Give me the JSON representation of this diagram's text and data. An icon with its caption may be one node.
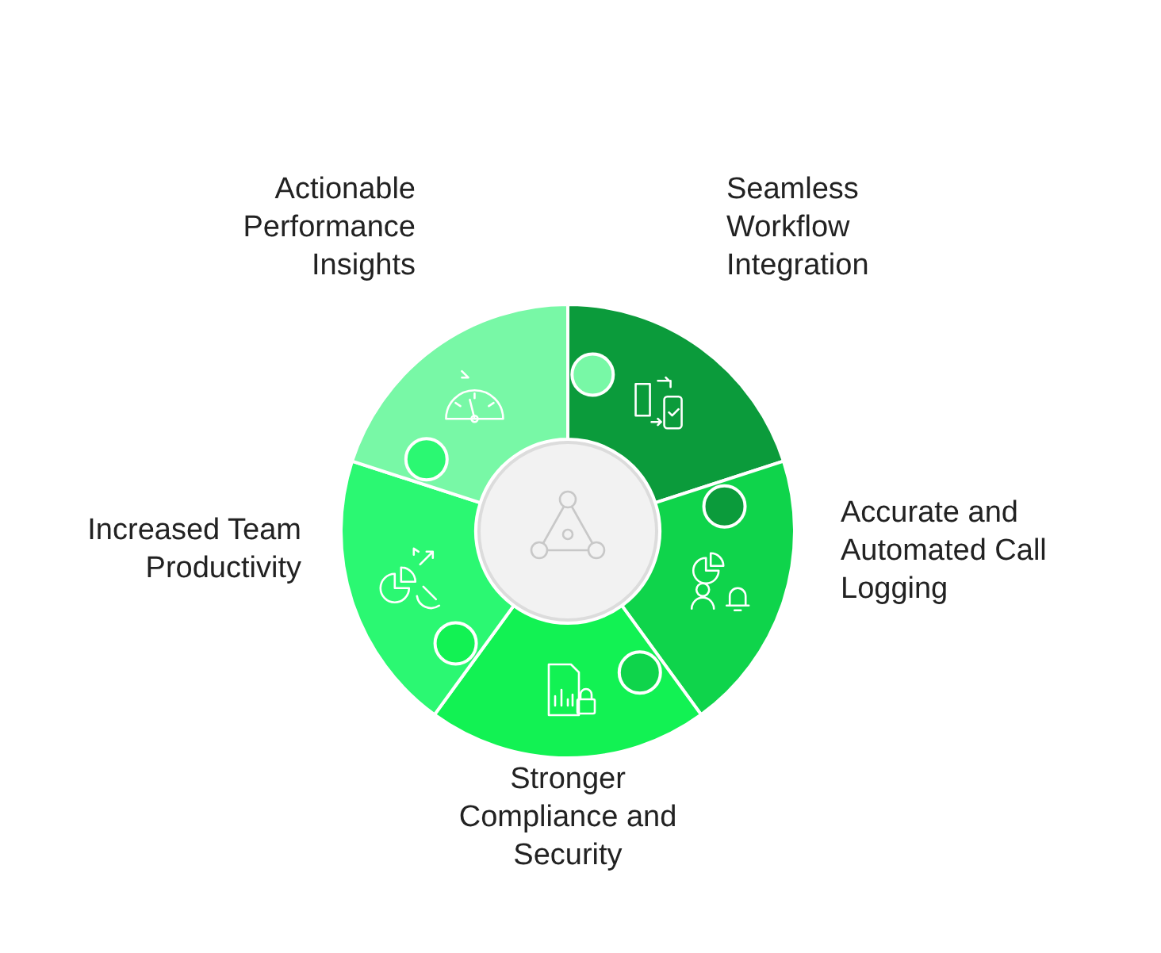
{
  "diagram": {
    "nodes": [
      {
        "text": [],
        "shape": "piece",
        "beside": [
          "Seamless Workflow Integration"
        ]
      },
      {
        "text": [],
        "shape": "piece",
        "beside": [
          "Accurate and Automated Call Logging"
        ]
      },
      {
        "text": [],
        "shape": "piece",
        "beside": [
          "Stronger Compliance and Security"
        ]
      },
      {
        "text": [],
        "shape": "piece",
        "beside": [
          "Increased Team Productivity"
        ]
      },
      {
        "text": [],
        "shape": "piece",
        "beside": [
          "Actionable Performance Insights"
        ]
      },
      {
        "text": [],
        "shape": "circle"
      }
    ]
  }
}
